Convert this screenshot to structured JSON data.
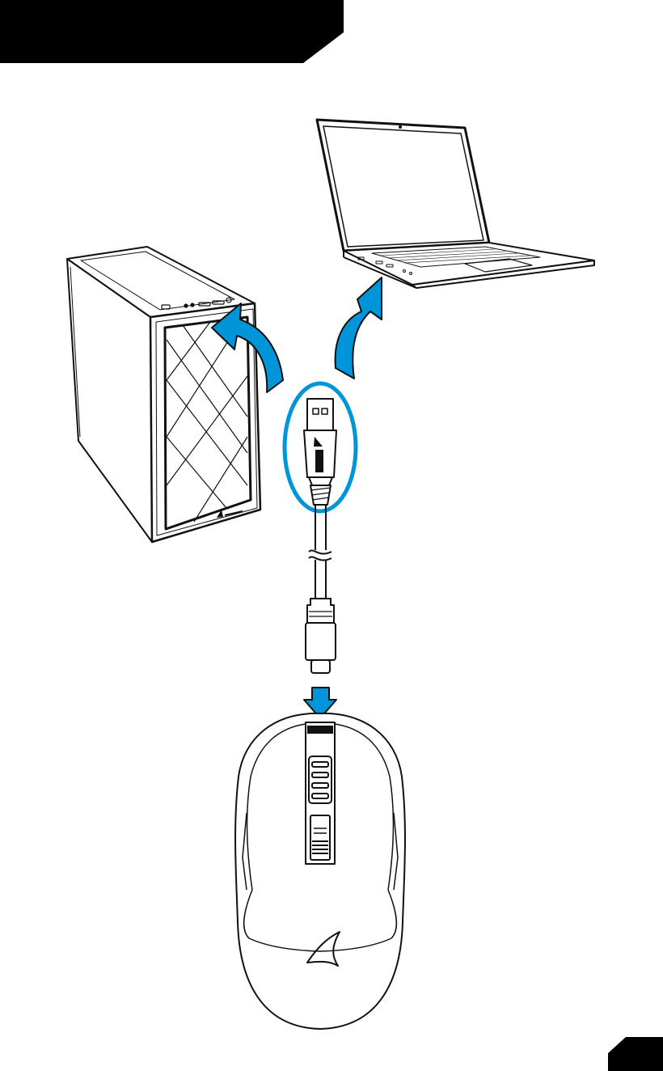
{
  "colors": {
    "ink": "#111111",
    "accent": "#0095d9",
    "paper": "#ffffff",
    "banner": "#000000"
  },
  "header_banner": {
    "text": ""
  },
  "page_tab": {
    "number": ""
  },
  "devices": {
    "desktop": {
      "icon": "pc-tower-icon",
      "logo_icon": "sharkoon-logo-icon"
    },
    "laptop": {
      "icon": "laptop-icon"
    },
    "mouse": {
      "icon": "gaming-mouse-icon",
      "logo_icon": "shark-fin-logo-icon"
    }
  },
  "cable": {
    "usb_a": {
      "icon": "usb-a-plug-icon",
      "brand_icon": "sharkoon-wordmark-icon"
    },
    "usb_c": {
      "icon": "usb-c-plug-icon"
    },
    "break_icon": "cable-break-icon",
    "highlight_icon": "highlight-ellipse-icon"
  },
  "arrows": [
    {
      "name": "arrow-to-desktop",
      "icon": "curved-arrow-icon"
    },
    {
      "name": "arrow-to-laptop",
      "icon": "curved-arrow-icon"
    },
    {
      "name": "arrow-into-mouse",
      "icon": "down-arrow-icon"
    }
  ]
}
